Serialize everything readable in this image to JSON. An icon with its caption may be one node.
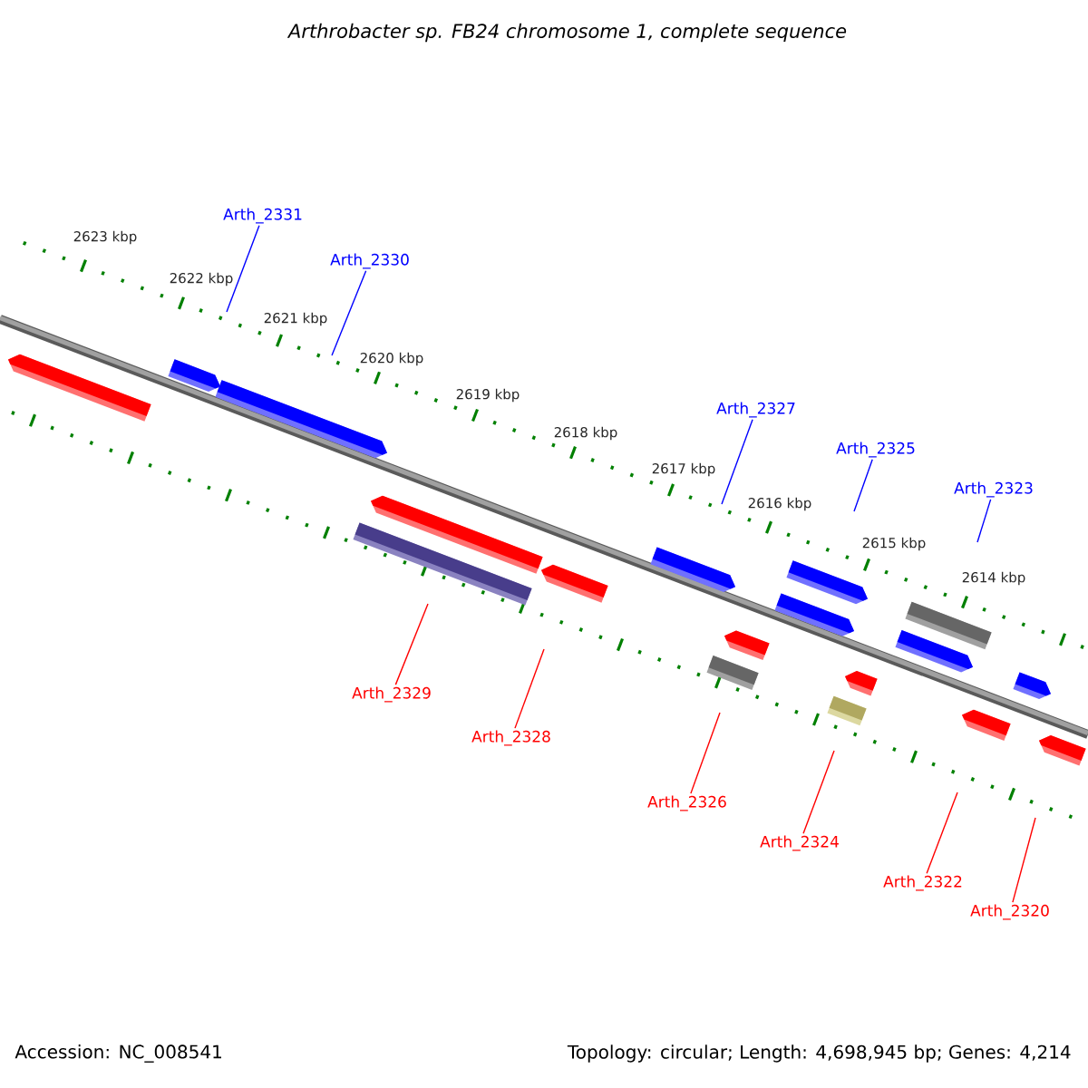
{
  "diagram": {
    "title": "Arthrobacter sp. FB24 chromosome 1, complete sequence",
    "nodes": [
      {
        "text": [
          "Arth_2331"
        ]
      },
      {
        "text": [
          "Arth_2330"
        ]
      },
      {
        "text": [
          "Arth_2327"
        ]
      },
      {
        "text": [
          "Arth_2325"
        ]
      },
      {
        "text": [
          "Arth_2323"
        ]
      },
      {
        "text": [
          "Arth_2329"
        ]
      },
      {
        "text": [
          "Arth_2328"
        ]
      },
      {
        "text": [
          "Arth_2326"
        ]
      },
      {
        "text": [
          "Arth_2324"
        ]
      },
      {
        "text": [
          "Arth_2322"
        ]
      },
      {
        "text": [
          "Arth_2320"
        ]
      }
    ],
    "edges": [
      {
        "from": 0,
        "to": null,
        "arrow": "none",
        "color": "#0000ff"
      },
      {
        "from": 1,
        "to": null,
        "arrow": "none",
        "color": "#0000ff"
      },
      {
        "from": 2,
        "to": null,
        "arrow": "none",
        "color": "#0000ff"
      },
      {
        "from": 3,
        "to": null,
        "arrow": "none",
        "color": "#0000ff"
      },
      {
        "from": 4,
        "to": null,
        "arrow": "none",
        "color": "#0000ff"
      },
      {
        "from": 5,
        "to": null,
        "arrow": "none",
        "color": "#ff0000"
      },
      {
        "from": 6,
        "to": null,
        "arrow": "none",
        "color": "#ff0000"
      },
      {
        "from": 7,
        "to": null,
        "arrow": "none",
        "color": "#ff0000"
      },
      {
        "from": 8,
        "to": null,
        "arrow": "none",
        "color": "#ff0000"
      },
      {
        "from": 9,
        "to": null,
        "arrow": "none",
        "color": "#ff0000"
      },
      {
        "from": 10,
        "to": null,
        "arrow": "none",
        "color": "#ff0000"
      }
    ],
    "labels": [
      "2623 kbp",
      "2622 kbp",
      "2621 kbp",
      "2620 kbp",
      "2619 kbp",
      "2618 kbp",
      "2617 kbp",
      "2616 kbp",
      "2615 kbp",
      "2614 kbp",
      "Accession: NC_008541",
      "Topology: circular; Length: 4,698,945 bp; Genes: 4,214"
    ]
  }
}
